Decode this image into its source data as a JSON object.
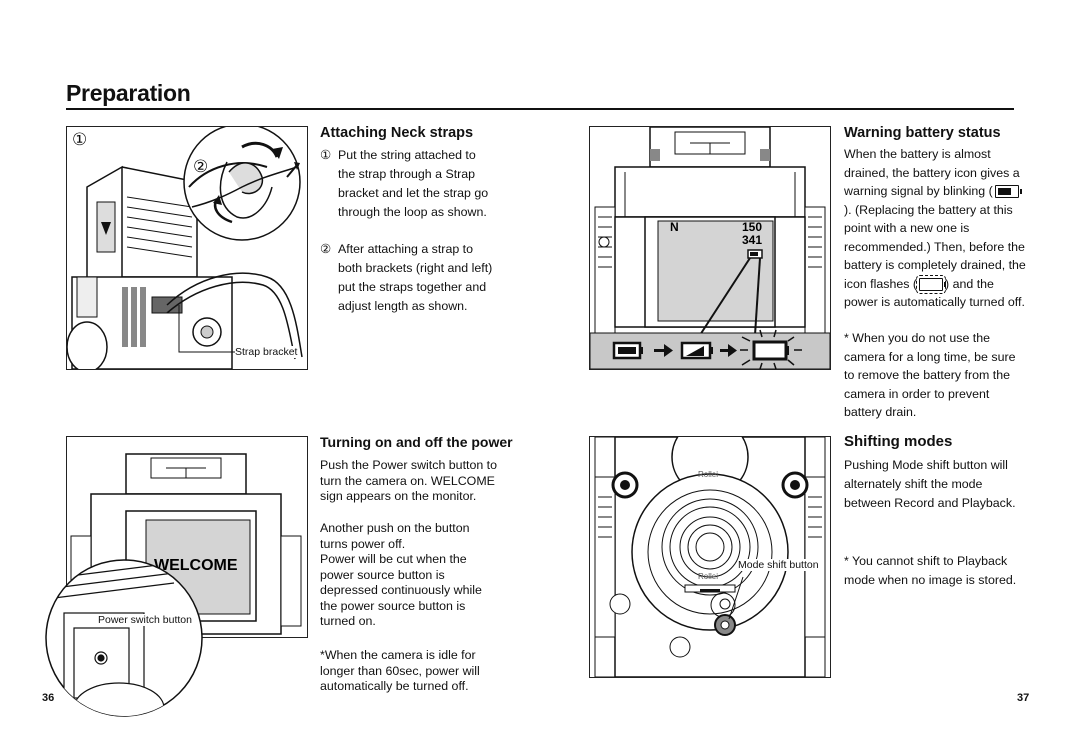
{
  "page": {
    "title": "Preparation",
    "page_left": "36",
    "page_right": "37"
  },
  "neck": {
    "heading": "Attaching Neck straps",
    "fig_marker_1": "①",
    "fig_marker_2": "②",
    "callout": "Strap bracket",
    "step1_num": "①",
    "step1_text": "Put the string attached to the strap through a Strap bracket and let the strap go through the loop as shown.",
    "step2_num": "②",
    "step2_text": "After attaching a strap to both brackets (right and left) put the straps together and adjust length as shown."
  },
  "battery": {
    "heading": "Warning battery status",
    "lcd_mode": "N",
    "lcd_count1": "150",
    "lcd_count2": "341",
    "text_a": "When the battery is almost drained, the battery icon gives a warning signal by blinking (",
    "text_b": "). (Replacing the battery at this point with a new one is recommended.) Then, before the battery is completely drained, the icon flashes (",
    "text_c": ") and the power is automatically turned off.",
    "note": "* When you do not use the camera for a long time, be sure to remove the battery from the camera in order to prevent battery drain."
  },
  "power": {
    "heading": "Turning on and off the power",
    "screen_text": "WELCOME",
    "callout": "Power switch button",
    "text1": "Push the Power switch button to turn the camera on. WELCOME sign appears on the monitor.",
    "text2": "Another push on the button turns power off.",
    "text3": "Power will be cut when the power source button is depressed continuously while the power source button is turned on.",
    "note": "*When the camera is idle for longer than 60sec, power will automatically be turned off."
  },
  "modes": {
    "heading": "Shifting modes",
    "callout": "Mode shift button",
    "lens_text": "Rollei",
    "text1": "Pushing Mode shift button will alternately shift the mode between Record and Playback.",
    "note": "* You cannot shift to Playback mode when no image is stored."
  }
}
